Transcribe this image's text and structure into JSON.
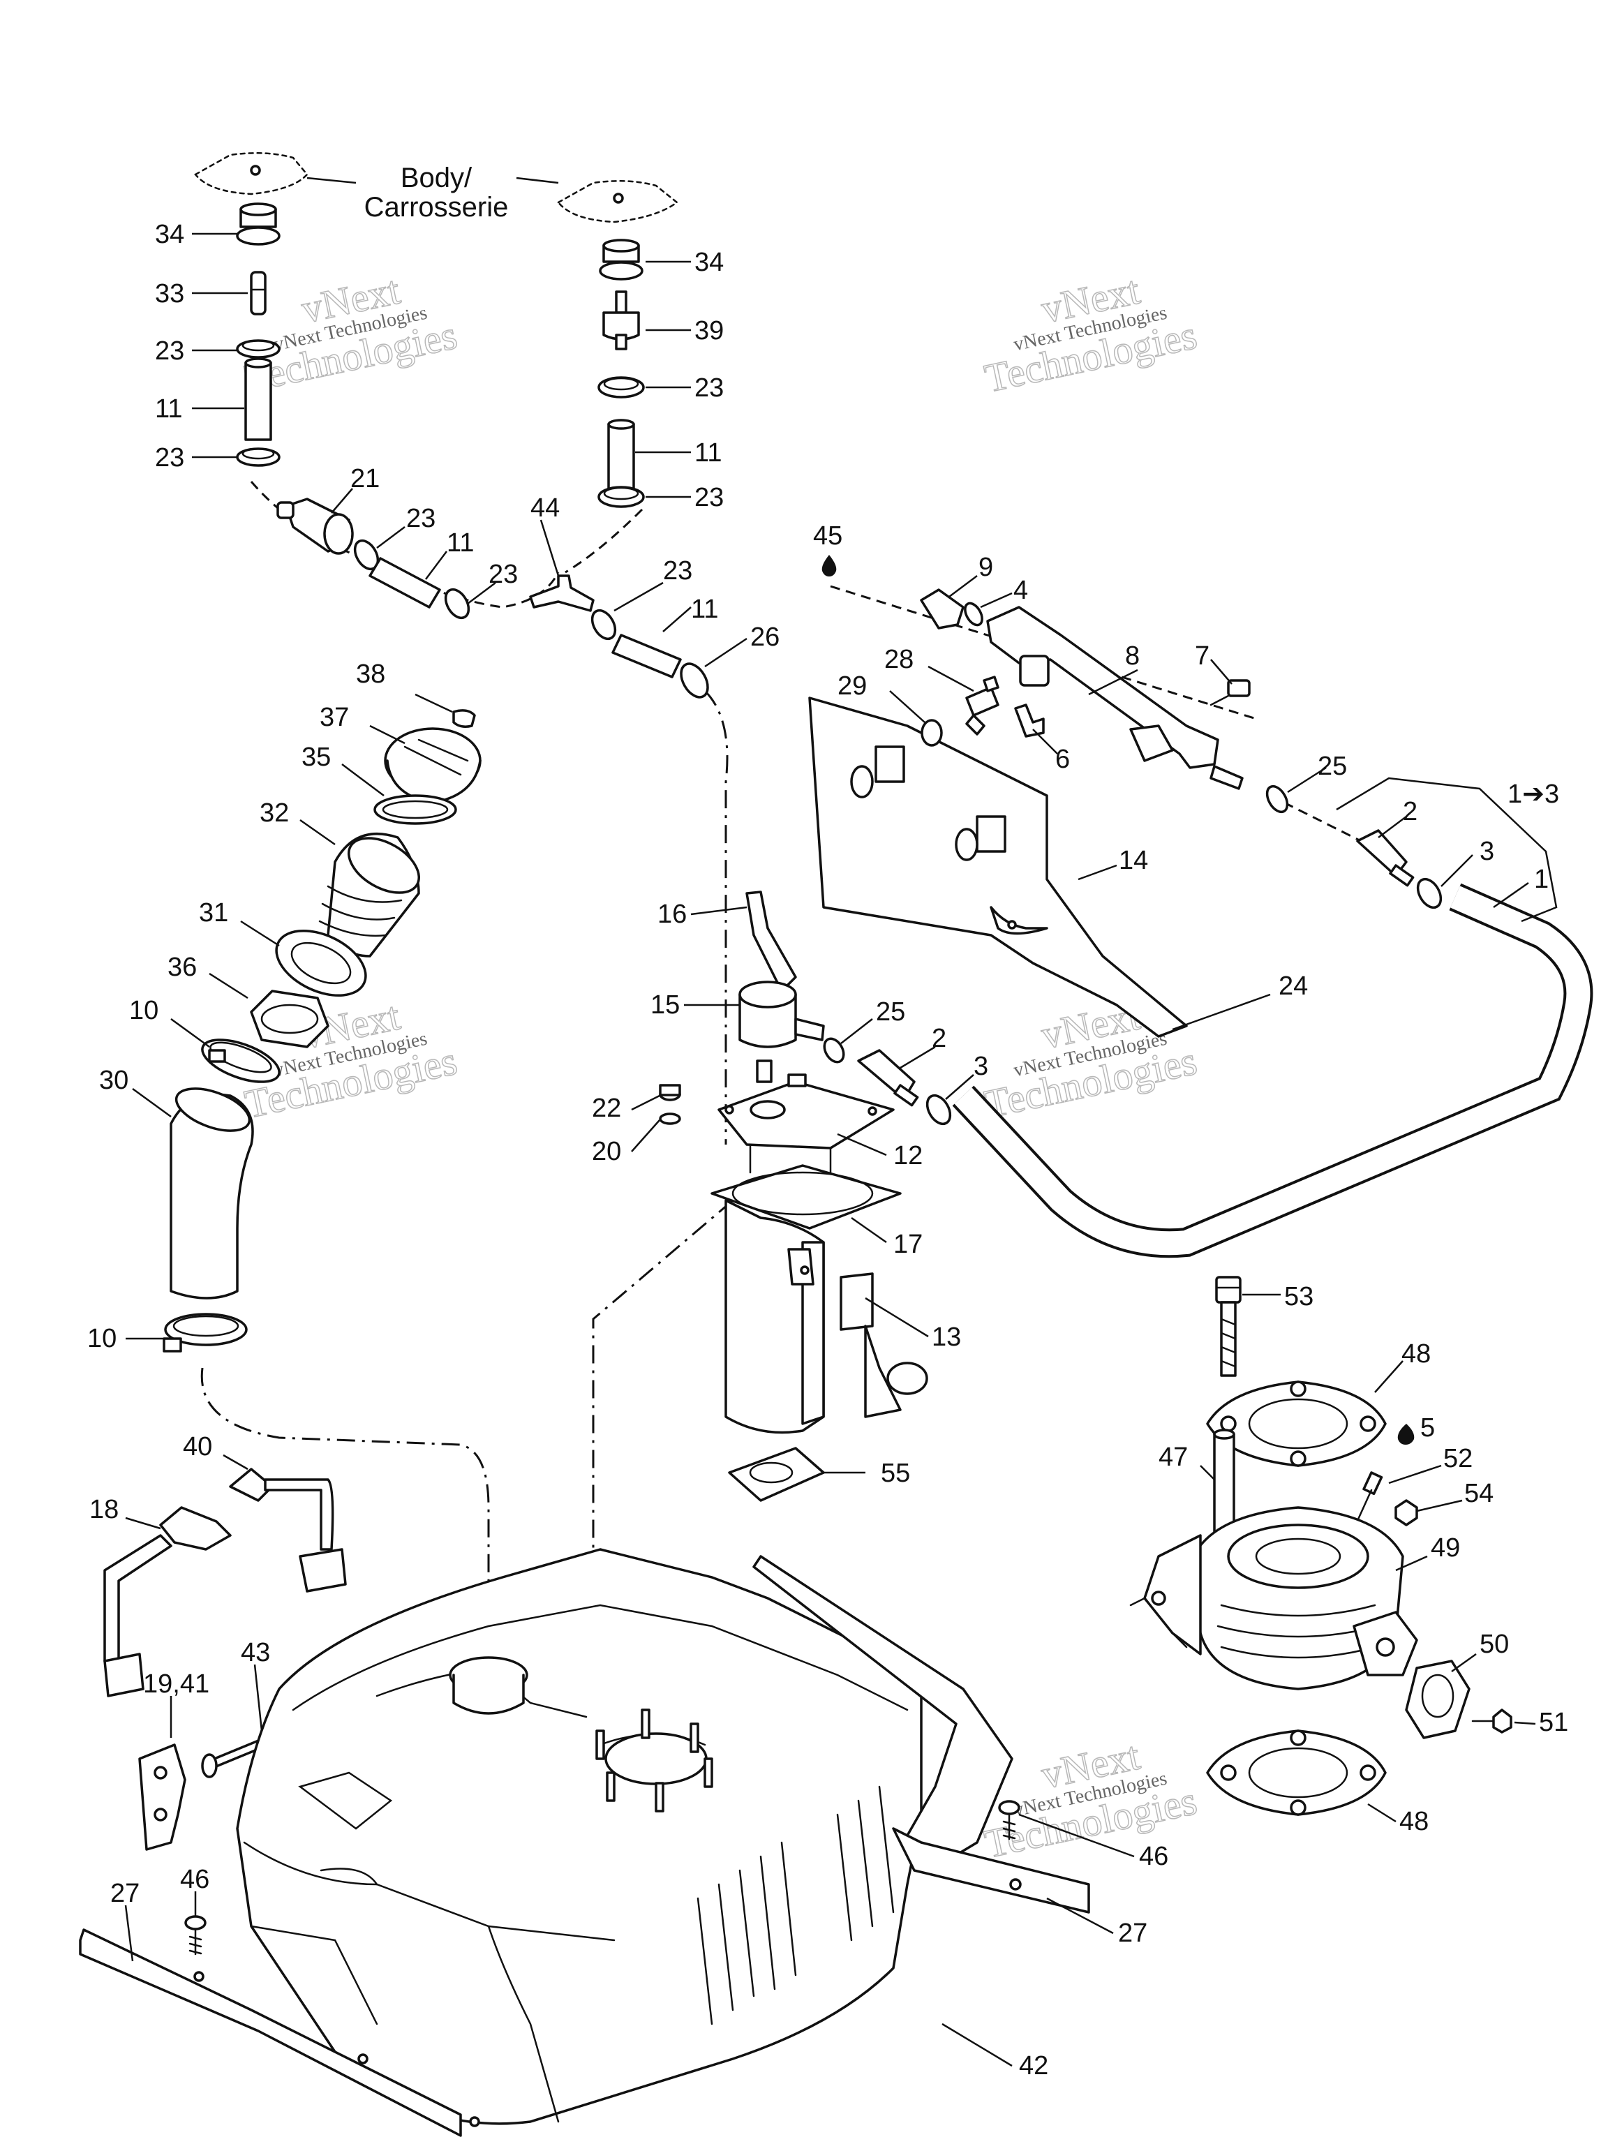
{
  "assembly_labels": {
    "body_en": "Body/",
    "body_fr": "Carrosserie"
  },
  "watermark": {
    "line1": "vNext",
    "line2": "vNext Technologies",
    "line3": "Technologies"
  },
  "callouts": [
    {
      "id": "34a",
      "text": "34"
    },
    {
      "id": "33",
      "text": "33"
    },
    {
      "id": "23a",
      "text": "23"
    },
    {
      "id": "11a",
      "text": "11"
    },
    {
      "id": "23b",
      "text": "23"
    },
    {
      "id": "21",
      "text": "21"
    },
    {
      "id": "23c",
      "text": "23"
    },
    {
      "id": "11b",
      "text": "11"
    },
    {
      "id": "23d",
      "text": "23"
    },
    {
      "id": "44",
      "text": "44"
    },
    {
      "id": "34b",
      "text": "34"
    },
    {
      "id": "39",
      "text": "39"
    },
    {
      "id": "23e",
      "text": "23"
    },
    {
      "id": "11c",
      "text": "11"
    },
    {
      "id": "23f",
      "text": "23"
    },
    {
      "id": "23g",
      "text": "23"
    },
    {
      "id": "11d",
      "text": "11"
    },
    {
      "id": "26",
      "text": "26"
    },
    {
      "id": "45",
      "text": "45"
    },
    {
      "id": "9",
      "text": "9"
    },
    {
      "id": "4",
      "text": "4"
    },
    {
      "id": "8",
      "text": "8"
    },
    {
      "id": "7",
      "text": "7"
    },
    {
      "id": "28",
      "text": "28"
    },
    {
      "id": "29",
      "text": "29"
    },
    {
      "id": "6",
      "text": "6"
    },
    {
      "id": "25a",
      "text": "25"
    },
    {
      "id": "2a",
      "text": "2"
    },
    {
      "id": "1to3",
      "text": "1➔3"
    },
    {
      "id": "3a",
      "text": "3"
    },
    {
      "id": "1",
      "text": "1"
    },
    {
      "id": "14",
      "text": "14"
    },
    {
      "id": "24",
      "text": "24"
    },
    {
      "id": "38",
      "text": "38"
    },
    {
      "id": "37",
      "text": "37"
    },
    {
      "id": "35",
      "text": "35"
    },
    {
      "id": "32",
      "text": "32"
    },
    {
      "id": "31",
      "text": "31"
    },
    {
      "id": "36",
      "text": "36"
    },
    {
      "id": "10a",
      "text": "10"
    },
    {
      "id": "30",
      "text": "30"
    },
    {
      "id": "10b",
      "text": "10"
    },
    {
      "id": "16",
      "text": "16"
    },
    {
      "id": "15",
      "text": "15"
    },
    {
      "id": "25b",
      "text": "25"
    },
    {
      "id": "2b",
      "text": "2"
    },
    {
      "id": "3b",
      "text": "3"
    },
    {
      "id": "22",
      "text": "22"
    },
    {
      "id": "20",
      "text": "20"
    },
    {
      "id": "12",
      "text": "12"
    },
    {
      "id": "17",
      "text": "17"
    },
    {
      "id": "13",
      "text": "13"
    },
    {
      "id": "55",
      "text": "55"
    },
    {
      "id": "53",
      "text": "53"
    },
    {
      "id": "48a",
      "text": "48"
    },
    {
      "id": "5",
      "text": "5"
    },
    {
      "id": "47",
      "text": "47"
    },
    {
      "id": "52",
      "text": "52"
    },
    {
      "id": "54",
      "text": "54"
    },
    {
      "id": "49",
      "text": "49"
    },
    {
      "id": "50",
      "text": "50"
    },
    {
      "id": "51",
      "text": "51"
    },
    {
      "id": "48b",
      "text": "48"
    },
    {
      "id": "40",
      "text": "40"
    },
    {
      "id": "18",
      "text": "18"
    },
    {
      "id": "43",
      "text": "43"
    },
    {
      "id": "19_41",
      "text": "19,41"
    },
    {
      "id": "46a",
      "text": "46"
    },
    {
      "id": "27a",
      "text": "27"
    },
    {
      "id": "46b",
      "text": "46"
    },
    {
      "id": "27b",
      "text": "27"
    },
    {
      "id": "42",
      "text": "42"
    }
  ]
}
